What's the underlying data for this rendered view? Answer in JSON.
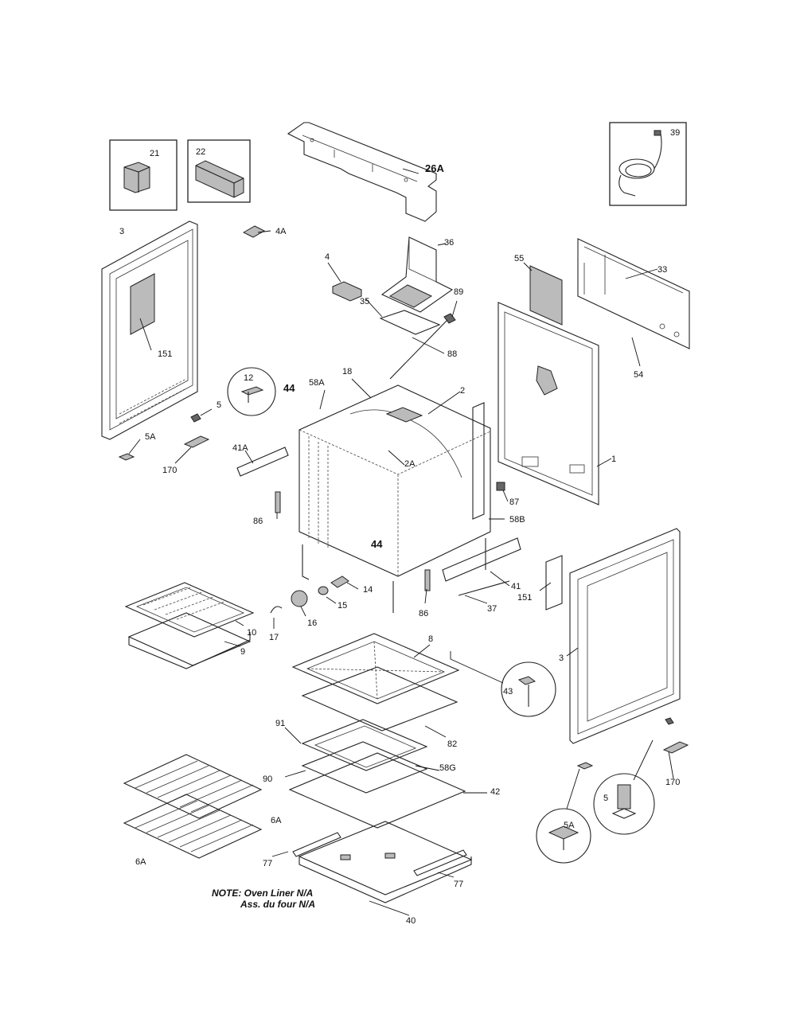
{
  "labels": {
    "p21": "21",
    "p22": "22",
    "p26a": "26A",
    "p39": "39",
    "p3_left": "3",
    "p4a": "4A",
    "p4": "4",
    "p36": "36",
    "p55": "55",
    "p33": "33",
    "p151_left": "151",
    "p35": "35",
    "p89": "89",
    "p88": "88",
    "p54": "54",
    "p12": "12",
    "p44_top": "44",
    "p5_left": "5",
    "p58a": "58A",
    "p18": "18",
    "p2": "2",
    "p5a_left": "5A",
    "p170_left": "170",
    "p41a": "41A",
    "p2a": "2A",
    "p1": "1",
    "p86_left": "86",
    "p87": "87",
    "p58b": "58B",
    "p44_mid": "44",
    "p14": "14",
    "p15": "15",
    "p16": "16",
    "p17": "17",
    "p10": "10",
    "p9": "9",
    "p86_right": "86",
    "p41": "41",
    "p151_right": "151",
    "p37": "37",
    "p8": "8",
    "p43": "43",
    "p3_right": "3",
    "p82": "82",
    "p91": "91",
    "p90": "90",
    "p58g": "58G",
    "p42": "42",
    "p6a_top": "6A",
    "p6a_bottom": "6A",
    "p77_left": "77",
    "p77_right": "77",
    "p40": "40",
    "p5a_circle": "5A",
    "p5_circle": "5",
    "p170_right": "170"
  },
  "note": {
    "line1": "NOTE: Oven Liner N/A",
    "line2": "Ass. du four N/A"
  }
}
